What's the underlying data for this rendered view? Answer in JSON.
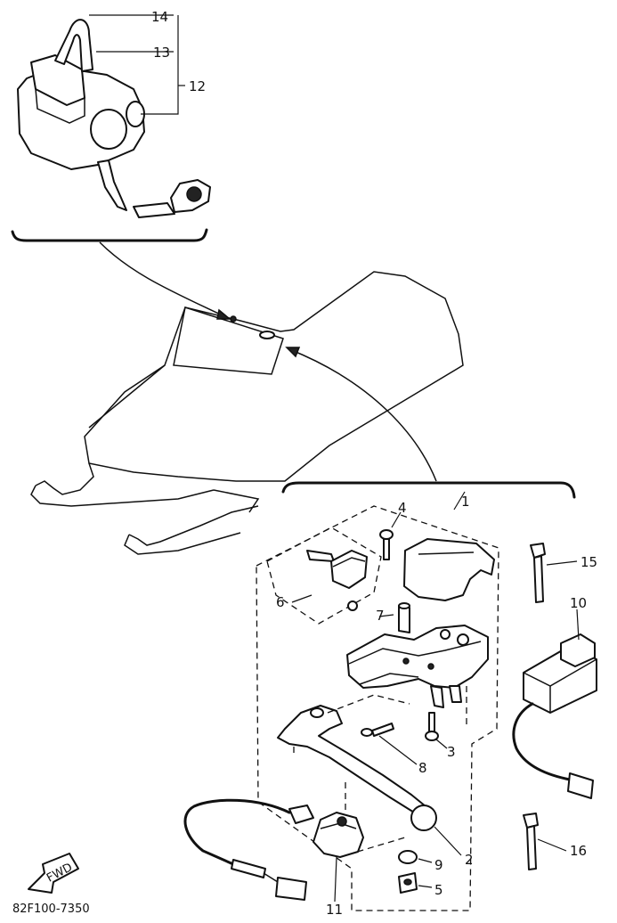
{
  "callouts": {
    "c1": "1",
    "c2": "2",
    "c3": "3",
    "c4": "4",
    "c5": "5",
    "c6": "6",
    "c7": "7",
    "c8": "8",
    "c9": "9",
    "c10": "10",
    "c11": "11",
    "c12": "12",
    "c13": "13",
    "c14": "14",
    "c15": "15",
    "c16": "16"
  },
  "fwd_label": "FWD",
  "figure_code": "82F100-7350"
}
